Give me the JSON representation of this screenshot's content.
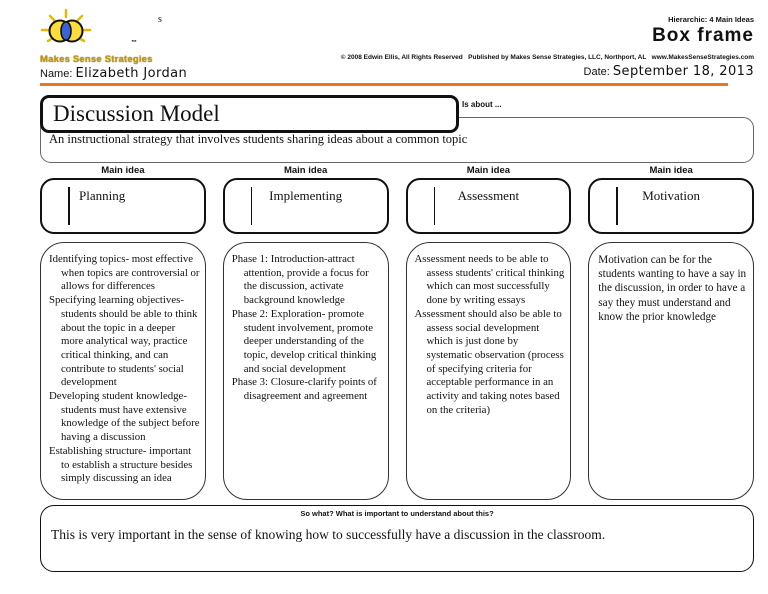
{
  "header": {
    "brand_name": "Makes Sense Strategies",
    "trademark": "™",
    "stray_char": "s",
    "hierarchic": "Hierarchic: 4 Main Ideas",
    "template_title": "Box frame",
    "copyright": "© 2008 Edwin Ellis, All Rights Reserved   Published by Makes Sense Strategies, LLC, Northport, AL   www.MakesSenseStrategies.com",
    "name_label": "Name:",
    "name_value": "Elizabeth Jordan",
    "date_label": "Date:",
    "date_value": "September 18, 2013",
    "accent_color": "#E87722",
    "logo_colors": {
      "yellow": "#FFDE3B",
      "blue": "#3B63D8",
      "outline": "#111111"
    }
  },
  "topic": {
    "title": "Discussion Model",
    "is_about_label": "Is about ...",
    "description": "An instructional strategy that involves students sharing ideas about a common topic"
  },
  "main_ideas": {
    "section_label": "Main idea",
    "columns": [
      {
        "title": "Planning",
        "entries": [
          "Identifying topics- most effective when topics are controversial or allows for differences",
          "Specifying learning objectives- students should be able to think about the topic in a deeper more analytical way, practice critical thinking, and can contribute to students' social development",
          "Developing student knowledge- students must have extensive knowledge of the subject before having a discussion",
          "Establishing structure- important to establish a structure besides simply discussing an idea"
        ]
      },
      {
        "title": "Implementing",
        "entries": [
          "Phase 1: Introduction-attract attention, provide a focus for the discussion, activate background knowledge",
          "Phase 2: Exploration- promote student involvement, promote deeper understanding of the topic, develop critical thinking and social development",
          "Phase 3: Closure-clarify points of disagreement and agreement"
        ]
      },
      {
        "title": "Assessment",
        "entries": [
          "Assessment needs to be able to assess students' critical thinking which can most successfully done by writing essays",
          "Assessment should also be able to assess social development which is just done by systematic observation (process of specifying criteria for acceptable performance in an activity and taking notes based on the criteria)"
        ]
      },
      {
        "title": "Motivation",
        "entries": [
          "Motivation can be for the students wanting to have a say in the discussion, in order to have a say they must understand and know the prior knowledge"
        ]
      }
    ]
  },
  "so_what": {
    "label": "So what? What is important to understand about this?",
    "text": "This is very important in the sense of knowing how to successfully have a discussion in the classroom."
  }
}
